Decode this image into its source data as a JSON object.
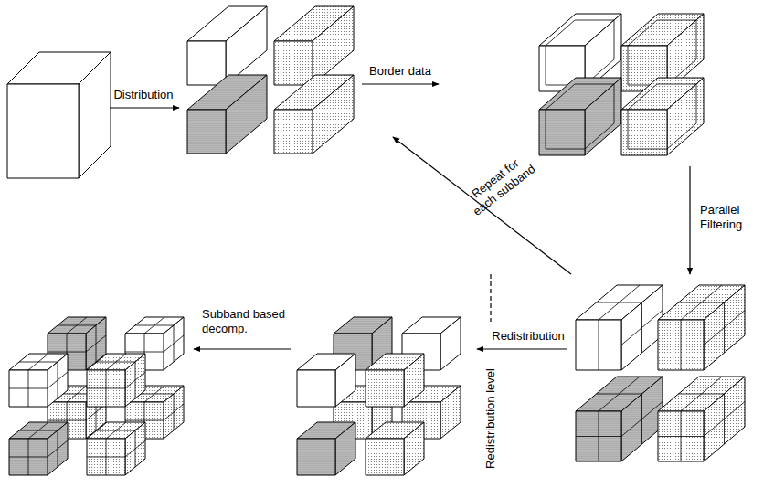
{
  "diagram": {
    "labels": [
      "Distribution",
      "Border data",
      "Parallel Filtering",
      "Repeat for each subband",
      "Redistribution",
      "Redistribution level",
      "Subband based decomp."
    ]
  }
}
